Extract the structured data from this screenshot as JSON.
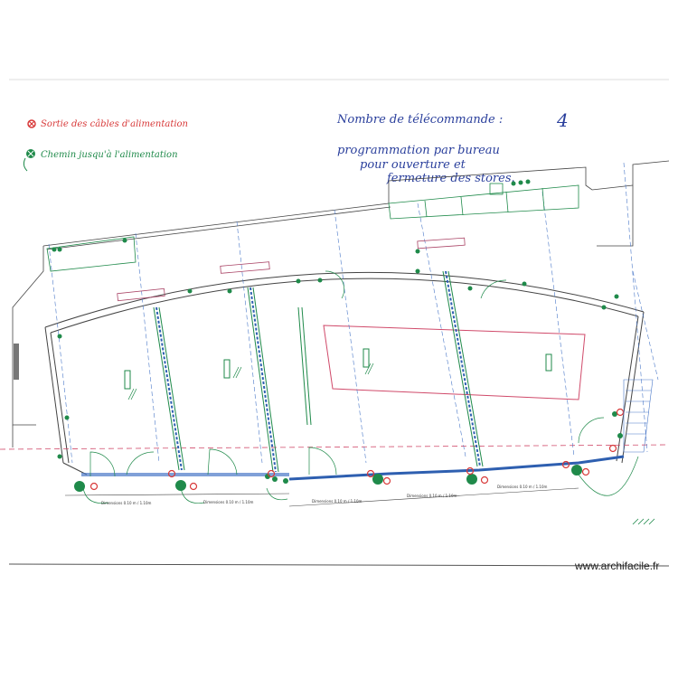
{
  "legend": {
    "cable_exit": "Sortie des câbles d'alimentation",
    "cable_path": "Chemin jusqu'à l'alimentation"
  },
  "notes": {
    "remotes_label": "Nombre de télécommande :",
    "remotes_count": "4",
    "programming_line1": "programmation par bureau",
    "programming_line2": "pour ouverture et",
    "programming_line3": "fermeture des stores."
  },
  "dimensions": [
    "Dimensions 0.10 m / 1.10m",
    "Dimensions 0.10 m / 1.10m",
    "Dimensions 0.10 m / 1.10m",
    "Dimensions 0.10 m / 1.10m",
    "Dimensions 0.10 m / 1.10m"
  ],
  "watermark": "www.archifacile.fr",
  "colors": {
    "wall": "#444444",
    "blue_line": "#4a78c8",
    "green": "#1f8a4a",
    "red": "#d83a3a",
    "pink": "#d04a6a",
    "note_blue": "#2a3f9c"
  }
}
